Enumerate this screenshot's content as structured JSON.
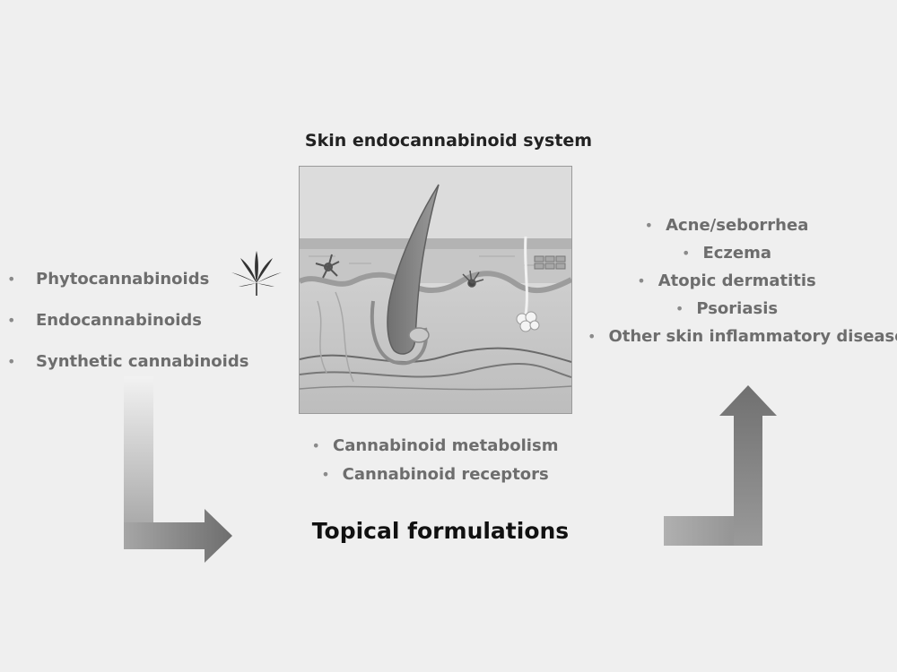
{
  "title": "Skin endocannabinoid system",
  "left_items": [
    "Phytocannabinoids",
    "Endocannabinoids",
    "Synthetic cannabinoids"
  ],
  "middle_items": [
    "Cannabinoid metabolism",
    "Cannabinoid receptors"
  ],
  "right_items": [
    "Acne/seborrhea",
    "Eczema",
    "Atopic dermatitis",
    "Psoriasis",
    "Other skin inflammatory diseases"
  ],
  "bottom_label": "Topical formulations",
  "bullet": "•",
  "colors": {
    "background": "#efefef",
    "text_muted": "#6d6d6d",
    "text_dark": "#111111",
    "arrow": "#8a8a8a"
  },
  "icons": [
    "cannabis-leaf-icon",
    "skin-cross-section-illustration",
    "elbow-arrow-right-icon",
    "elbow-arrow-up-icon"
  ]
}
